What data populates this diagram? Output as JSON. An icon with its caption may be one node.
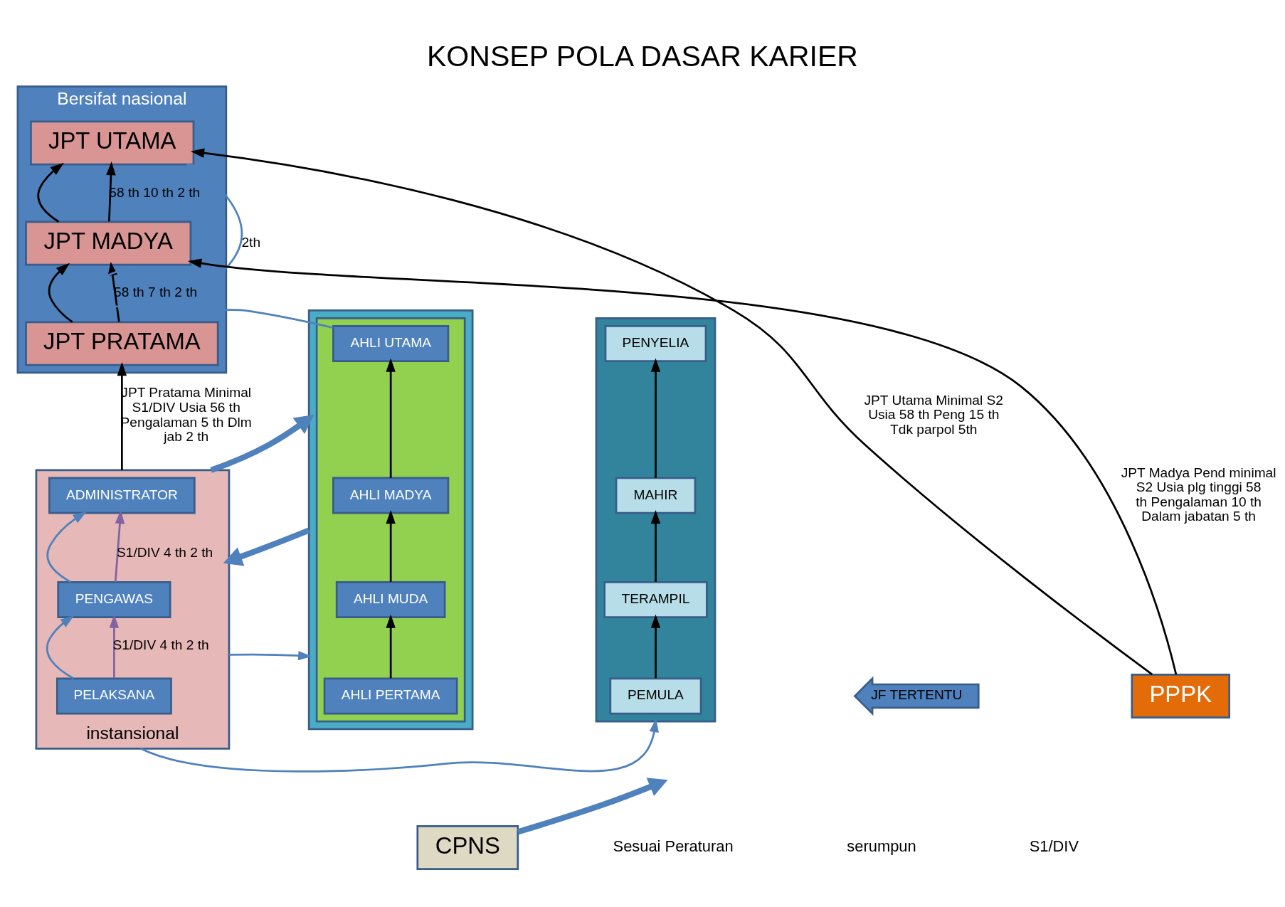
{
  "diagram": {
    "title": "KONSEP POLA DASAR KARIER",
    "nodes": [
      {
        "text": [
          "Bersifat nasional"
        ]
      },
      {
        "text": [
          "JPT UTAMA"
        ],
        "in": 0
      },
      {
        "text": [
          "JPT MADYA"
        ],
        "in": 0
      },
      {
        "text": [
          "JPT PRATAMA"
        ],
        "in": 0
      },
      {
        "text": [
          "instansional"
        ]
      },
      {
        "text": [
          "ADMINISTRATOR"
        ],
        "in": 4
      },
      {
        "text": [
          "PENGAWAS"
        ],
        "in": 4
      },
      {
        "text": [
          "PELAKSANA"
        ],
        "in": 4
      },
      {
        "text": [],
        "shape": "box"
      },
      {
        "text": [],
        "shape": "box",
        "in": 8
      },
      {
        "text": [
          "AHLI UTAMA"
        ],
        "in": 9
      },
      {
        "text": [
          "AHLI MADYA"
        ],
        "in": 9
      },
      {
        "text": [
          "AHLI MUDA"
        ],
        "in": 9
      },
      {
        "text": [
          "AHLI PERTAMA"
        ],
        "in": 9
      },
      {
        "text": [],
        "shape": "box"
      },
      {
        "text": [
          "PENYELIA"
        ],
        "in": 14
      },
      {
        "text": [
          "MAHIR"
        ],
        "in": 14
      },
      {
        "text": [
          "TERAMPIL"
        ],
        "in": 14
      },
      {
        "text": [
          "PEMULA"
        ],
        "in": 14
      },
      {
        "text": [
          "JF TERTENTU"
        ]
      },
      {
        "text": [
          "PPPK"
        ]
      },
      {
        "text": [
          "CPNS"
        ]
      }
    ],
    "edges": [
      {
        "from": 2,
        "to": 1,
        "arrow": "to"
      },
      {
        "from": 3,
        "to": 2,
        "arrow": "to"
      },
      {
        "from": 2,
        "to": 1,
        "arrow": "to",
        "label": "58 th 10 th 2 th"
      },
      {
        "from": 3,
        "to": 2,
        "arrow": "to",
        "label": "58 th 7 th 2 th"
      },
      {
        "from": 4,
        "to": 3,
        "arrow": "to",
        "label": "JPT Pratama Minimal S1/DIV Usia 56 th Pengalaman 5 th Dlm jab 2 th"
      },
      {
        "from": 20,
        "to": 1,
        "arrow": "to",
        "label": "JPT Utama Minimal S2 Usia 58 th Peng 15 th Tdk parpol 5th"
      },
      {
        "from": 20,
        "to": 2,
        "arrow": "to",
        "label": "JPT Madya Pend minimal S2 Usia plg tinggi 58 th Pengalaman 10 th Dalam jabatan 5 th"
      },
      {
        "from": 10,
        "to": 1,
        "arrow": "to",
        "label": "2th",
        "color": "#4f81bd"
      },
      {
        "from": 7,
        "to": 6,
        "arrow": "to",
        "color": "#4f81bd"
      },
      {
        "from": 6,
        "to": 5,
        "arrow": "to",
        "color": "#4f81bd"
      },
      {
        "from": 7,
        "to": 6,
        "arrow": "to",
        "label": "S1/DIV 4 th 2 th",
        "color": "#8064a2"
      },
      {
        "from": 6,
        "to": 5,
        "arrow": "to",
        "label": "S1/DIV 4 th 2 th",
        "color": "#8064a2"
      },
      {
        "from": 4,
        "to": 8,
        "arrow": "to",
        "style": "thick",
        "color": "#4f81bd"
      },
      {
        "from": 8,
        "to": 4,
        "arrow": "to",
        "style": "thick",
        "color": "#4f81bd"
      },
      {
        "from": 13,
        "to": 12,
        "arrow": "to"
      },
      {
        "from": 12,
        "to": 11,
        "arrow": "to"
      },
      {
        "from": 11,
        "to": 10,
        "arrow": "to"
      },
      {
        "from": 18,
        "to": 17,
        "arrow": "to"
      },
      {
        "from": 17,
        "to": 16,
        "arrow": "to"
      },
      {
        "from": 16,
        "to": 15,
        "arrow": "to"
      },
      {
        "from": 4,
        "to": 8,
        "arrow": "to",
        "color": "#4f81bd"
      },
      {
        "from": 4,
        "to": 14,
        "arrow": "to",
        "color": "#4f81bd"
      },
      {
        "from": 21,
        "to": null,
        "arrow": "to",
        "style": "thick",
        "color": "#4f81bd"
      }
    ],
    "labels": [
      "Sesuai Peraturan",
      "serumpun",
      "S1/DIV"
    ]
  }
}
